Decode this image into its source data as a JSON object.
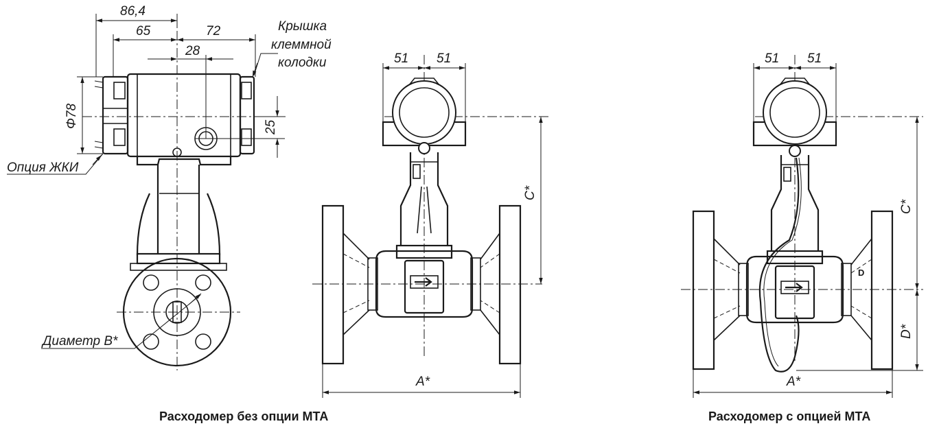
{
  "view1": {
    "dim_top": "86,4",
    "dim_left": "65",
    "dim_right": "72",
    "dim_inner": "28",
    "dim_dia": "Φ78",
    "dim_vert": "25",
    "label_cover_line1": "Крышка",
    "label_cover_line2": "клеммной",
    "label_cover_line3": "колодки",
    "label_lcd": "Опция ЖКИ",
    "label_diameter": "Диаметр B*"
  },
  "view2": {
    "dim_left": "51",
    "dim_right": "51",
    "dim_c": "C*",
    "dim_a": "A*",
    "caption": "Расходомер без опции МТА"
  },
  "view3": {
    "dim_left": "51",
    "dim_right": "51",
    "dim_c": "C*",
    "dim_d": "D*",
    "dim_a": "A*",
    "label_d": "D",
    "caption": "Расходомер с опцией МТА"
  }
}
